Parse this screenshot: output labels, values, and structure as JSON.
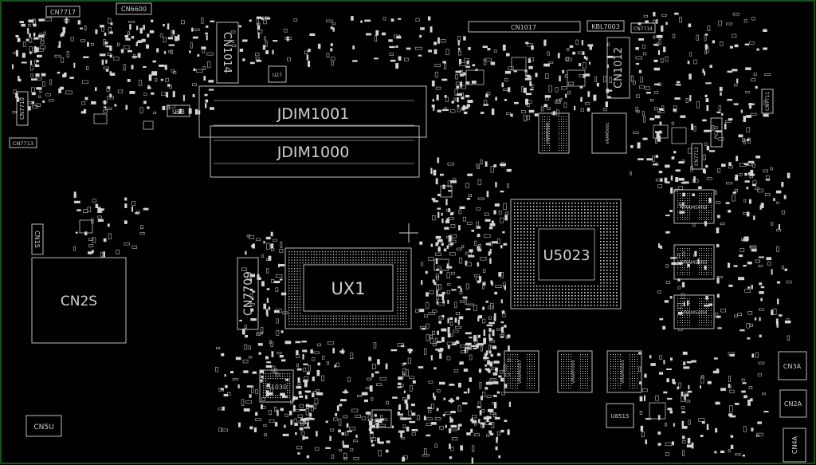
{
  "labels": {
    "cn7717": "CN7717",
    "cn6600": "CN6600",
    "cn1014": "CN1014",
    "cn7710": "CN7710",
    "cn7713": "CN7713",
    "us3": "US3",
    "ut27": "U27",
    "jdim1001": "JDIM1001",
    "jdim1000": "JDIM1000",
    "cn1017": "CN1017",
    "kbl7003": "KBL7003",
    "cn7714": "CN7714",
    "cn1012": "CN1012",
    "cn7711": "CN7711",
    "cn7712": "CN7712",
    "pc8d": "PC8D",
    "cn1s": "CN1S",
    "cn2s": "CN2S",
    "cn7709": "CN7709",
    "ux1": "UX1",
    "u5023": "U5023",
    "vram5000": "VRAM5000",
    "vram5001": "VRAM5001",
    "vram5002": "VRAM5002",
    "vram5003": "VRAM5003",
    "vram5004": "VRAM5004",
    "vram5005": "VRAM5005",
    "vram5006": "VRAM5006",
    "vram5007": "VRAM5007",
    "u1030": "U1030",
    "pu801": "PU801",
    "u8515": "U8515",
    "cn5u": "CN5U",
    "cn3a": "CN3A",
    "cn2a": "CN2A",
    "cn4a": "CN4A"
  },
  "colors": {
    "background": "#000000",
    "outline": "#bdbdbd",
    "label": "#cfcfcf",
    "board_edge": "#1f6b2a"
  }
}
